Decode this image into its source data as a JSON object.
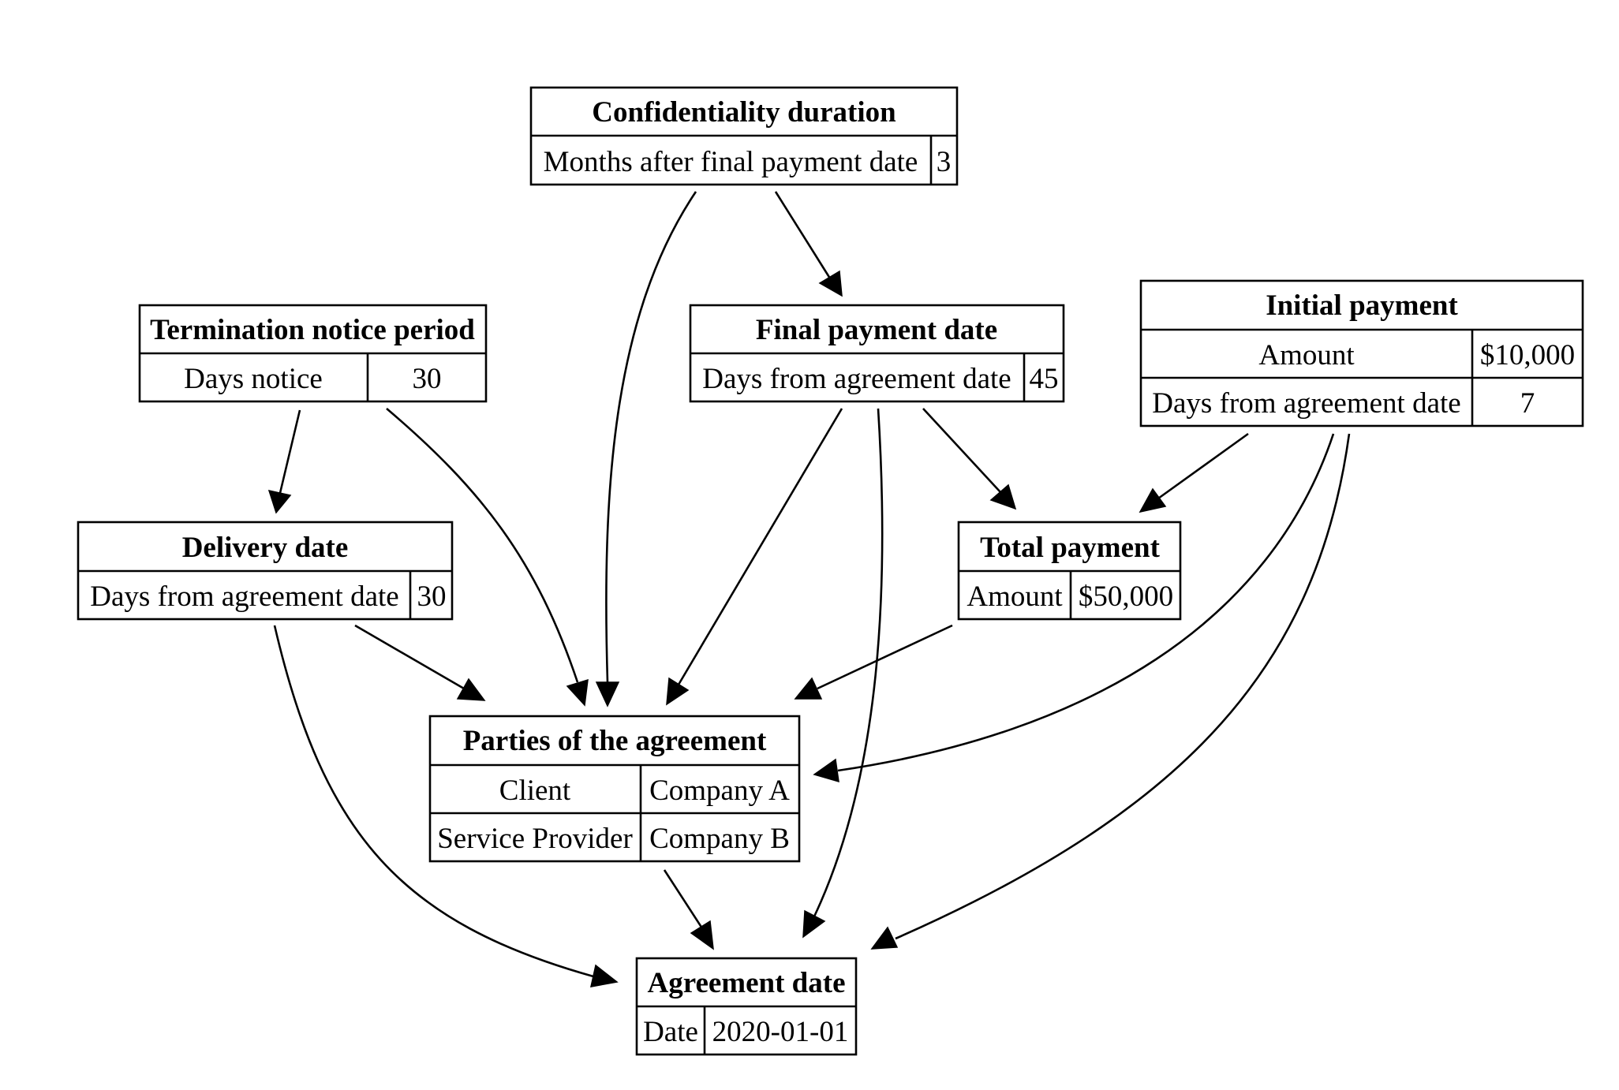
{
  "nodes": {
    "confidentiality": {
      "title": "Confidentiality duration",
      "rows": [
        {
          "label": "Months after final payment date",
          "value": "3"
        }
      ]
    },
    "termination": {
      "title": "Termination notice period",
      "rows": [
        {
          "label": "Days notice",
          "value": "30"
        }
      ]
    },
    "final_payment": {
      "title": "Final payment date",
      "rows": [
        {
          "label": "Days from agreement date",
          "value": "45"
        }
      ]
    },
    "initial_payment": {
      "title": "Initial payment",
      "rows": [
        {
          "label": "Amount",
          "value": "$10,000"
        },
        {
          "label": "Days from agreement date",
          "value": "7"
        }
      ]
    },
    "delivery": {
      "title": "Delivery date",
      "rows": [
        {
          "label": "Days from agreement date",
          "value": "30"
        }
      ]
    },
    "total_payment": {
      "title": "Total payment",
      "rows": [
        {
          "label": "Amount",
          "value": "$50,000"
        }
      ]
    },
    "parties": {
      "title": "Parties of the agreement",
      "rows": [
        {
          "label": "Client",
          "value": "Company A"
        },
        {
          "label": "Service Provider",
          "value": "Company B"
        }
      ]
    },
    "agreement": {
      "title": "Agreement date",
      "rows": [
        {
          "label": "Date",
          "value": "2020-01-01"
        }
      ]
    }
  },
  "edges": [
    {
      "from": "confidentiality",
      "to": "final_payment"
    },
    {
      "from": "confidentiality",
      "to": "parties"
    },
    {
      "from": "termination",
      "to": "delivery"
    },
    {
      "from": "termination",
      "to": "parties"
    },
    {
      "from": "final_payment",
      "to": "parties"
    },
    {
      "from": "final_payment",
      "to": "agreement"
    },
    {
      "from": "final_payment",
      "to": "total_payment"
    },
    {
      "from": "initial_payment",
      "to": "total_payment"
    },
    {
      "from": "initial_payment",
      "to": "parties"
    },
    {
      "from": "initial_payment",
      "to": "agreement"
    },
    {
      "from": "delivery",
      "to": "parties"
    },
    {
      "from": "delivery",
      "to": "agreement"
    },
    {
      "from": "total_payment",
      "to": "parties"
    },
    {
      "from": "parties",
      "to": "agreement"
    }
  ]
}
